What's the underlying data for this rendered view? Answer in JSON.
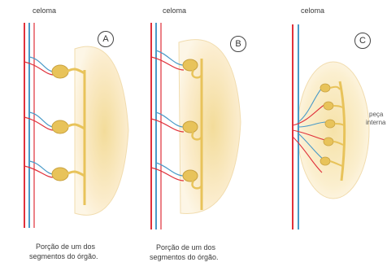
{
  "panels": [
    {
      "top_label": "celoma",
      "letter": "A",
      "caption_line1": "Porção de um dos",
      "caption_line2": "segmentos do órgão."
    },
    {
      "top_label": "celoma",
      "letter": "B",
      "caption_line1": "Porção de um dos",
      "caption_line2": "segmentos do órgão."
    },
    {
      "top_label": "celoma",
      "letter": "C",
      "side_label_line1": "peça",
      "side_label_line2": "interna"
    }
  ],
  "colors": {
    "artery": "#e0303a",
    "vein": "#4a9ac8",
    "organ_light": "#fdf4dc",
    "organ_dark": "#f3dc9a",
    "tubule": "#e8c35a",
    "tubule_stroke": "#c9a240"
  }
}
